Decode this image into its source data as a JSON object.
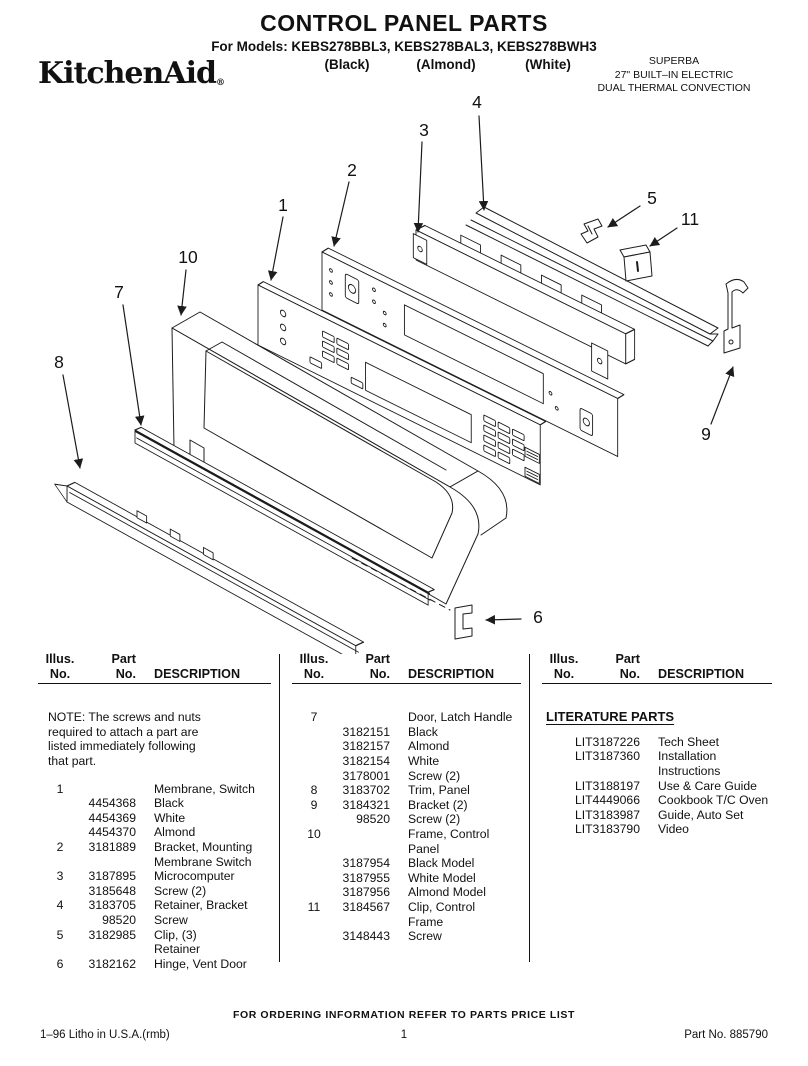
{
  "header": {
    "title": "CONTROL PANEL PARTS",
    "models_line": "For Models: KEBS278BBL3, KEBS278BAL3, KEBS278BWH3",
    "color_labels": [
      "(Black)",
      "(Almond)",
      "(White)"
    ],
    "brand": "KitchenAid",
    "brand_reg": "®",
    "product_lines": [
      "SUPERBA",
      "27\" BUILT–IN ELECTRIC",
      "DUAL THERMAL CONVECTION"
    ]
  },
  "diagram": {
    "callouts": {
      "c1": "1",
      "c2": "2",
      "c3": "3",
      "c4": "4",
      "c5": "5",
      "c6": "6",
      "c7": "7",
      "c8": "8",
      "c9": "9",
      "c10": "10",
      "c11": "11"
    }
  },
  "table": {
    "header": {
      "illus_top": "Illus.",
      "illus_bottom": "No.",
      "part_top": "Part",
      "part_bottom": "No.",
      "description": "DESCRIPTION"
    },
    "note": "NOTE: The screws and nuts\nrequired to attach a part are\nlisted immediately following\nthat part.",
    "columns": [
      {
        "rows": [
          {
            "illus": "1",
            "part": "",
            "desc": "Membrane, Switch"
          },
          {
            "illus": "",
            "part": "4454368",
            "desc": "Black"
          },
          {
            "illus": "",
            "part": "4454369",
            "desc": "White"
          },
          {
            "illus": "",
            "part": "4454370",
            "desc": "Almond"
          },
          {
            "illus": "2",
            "part": "3181889",
            "desc": "Bracket, Mounting"
          },
          {
            "illus": "",
            "part": "",
            "desc": "Membrane Switch"
          },
          {
            "illus": "3",
            "part": "3187895",
            "desc": "Microcomputer"
          },
          {
            "illus": "",
            "part": "3185648",
            "desc": "Screw (2)"
          },
          {
            "illus": "4",
            "part": "3183705",
            "desc": "Retainer, Bracket"
          },
          {
            "illus": "",
            "part": "98520",
            "desc": "Screw"
          },
          {
            "illus": "5",
            "part": "3182985",
            "desc": "Clip, (3)"
          },
          {
            "illus": "",
            "part": "",
            "desc": "Retainer"
          },
          {
            "illus": "6",
            "part": "3182162",
            "desc": "Hinge, Vent Door"
          }
        ]
      },
      {
        "rows": [
          {
            "illus": "7",
            "part": "",
            "desc": "Door, Latch Handle"
          },
          {
            "illus": "",
            "part": "3182151",
            "desc": "Black"
          },
          {
            "illus": "",
            "part": "3182157",
            "desc": "Almond"
          },
          {
            "illus": "",
            "part": "3182154",
            "desc": "White"
          },
          {
            "illus": "",
            "part": "3178001",
            "desc": "Screw (2)"
          },
          {
            "illus": "8",
            "part": "3183702",
            "desc": "Trim, Panel"
          },
          {
            "illus": "9",
            "part": "3184321",
            "desc": "Bracket (2)"
          },
          {
            "illus": "",
            "part": "98520",
            "desc": "Screw (2)"
          },
          {
            "illus": "10",
            "part": "",
            "desc": "Frame, Control"
          },
          {
            "illus": "",
            "part": "",
            "desc": "Panel"
          },
          {
            "illus": "",
            "part": "3187954",
            "desc": "Black Model"
          },
          {
            "illus": "",
            "part": "3187955",
            "desc": "White Model"
          },
          {
            "illus": "",
            "part": "3187956",
            "desc": "Almond Model"
          },
          {
            "illus": "11",
            "part": "3184567",
            "desc": "Clip, Control"
          },
          {
            "illus": "",
            "part": "",
            "desc": "Frame"
          },
          {
            "illus": "",
            "part": "3148443",
            "desc": "Screw"
          }
        ]
      },
      {
        "heading": "LITERATURE PARTS",
        "rows": [
          {
            "illus": "",
            "part": "LIT3187226",
            "desc": "Tech Sheet"
          },
          {
            "illus": "",
            "part": "LIT3187360",
            "desc": "Installation"
          },
          {
            "illus": "",
            "part": "",
            "desc": "Instructions"
          },
          {
            "illus": "",
            "part": "LIT3188197",
            "desc": "Use & Care Guide"
          },
          {
            "illus": "",
            "part": "LIT4449066",
            "desc": "Cookbook T/C Oven"
          },
          {
            "illus": "",
            "part": "LIT3183987",
            "desc": "Guide, Auto Set"
          },
          {
            "illus": "",
            "part": "LIT3183790",
            "desc": "Video"
          }
        ]
      }
    ]
  },
  "footer": {
    "ordering_note": "FOR ORDERING INFORMATION REFER TO PARTS PRICE LIST",
    "litho": "1–96 Litho in U.S.A.(rmb)",
    "page_number": "1",
    "part_no": "Part No. 885790"
  }
}
